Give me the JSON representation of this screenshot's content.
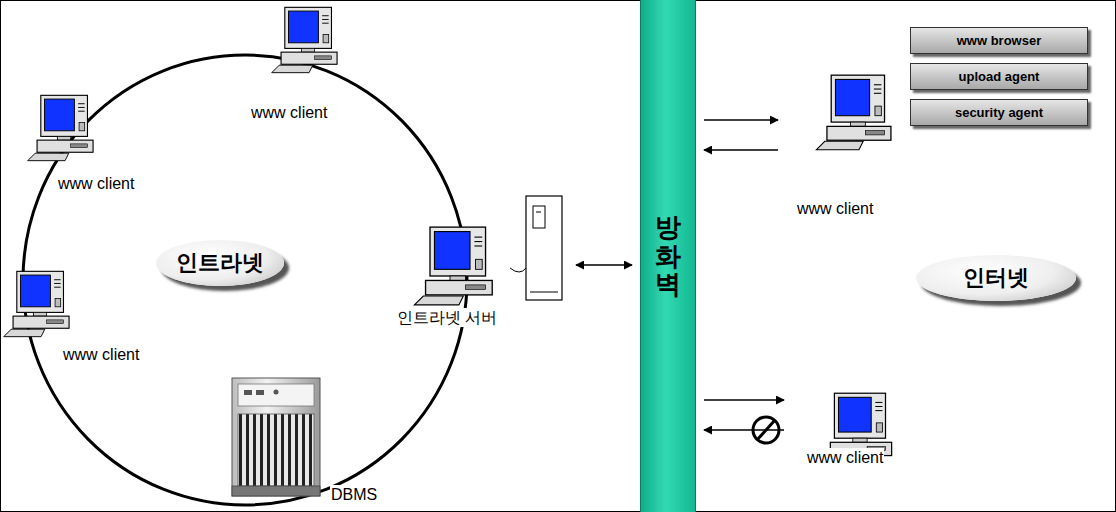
{
  "diagram": {
    "nodes": [
      {
        "text": [
          "www client"
        ]
      },
      {
        "text": [
          "www client"
        ]
      },
      {
        "text": [
          "인트라넷"
        ]
      },
      {
        "text": [
          "인트라넷 서버"
        ]
      },
      {
        "text": [
          "www client"
        ]
      },
      {
        "text": [
          "DBMS"
        ]
      },
      {
        "text": [
          "방화벽"
        ]
      },
      {
        "text": [
          "www browser"
        ]
      },
      {
        "text": [
          "upload agent"
        ]
      },
      {
        "text": [
          "security agent"
        ]
      },
      {
        "text": [
          "www client"
        ]
      },
      {
        "text": [
          "인터넷"
        ]
      },
      {
        "text": [
          "www client"
        ]
      }
    ],
    "edges": [
      {
        "from": 3,
        "to": 6,
        "arrow": "both"
      },
      {
        "from": 6,
        "to": 10,
        "arrow": "to"
      },
      {
        "from": 10,
        "to": 6,
        "arrow": "to"
      },
      {
        "from": 6,
        "to": 12,
        "arrow": "to"
      },
      {
        "from": 12,
        "to": 6,
        "arrow": "to"
      }
    ]
  }
}
